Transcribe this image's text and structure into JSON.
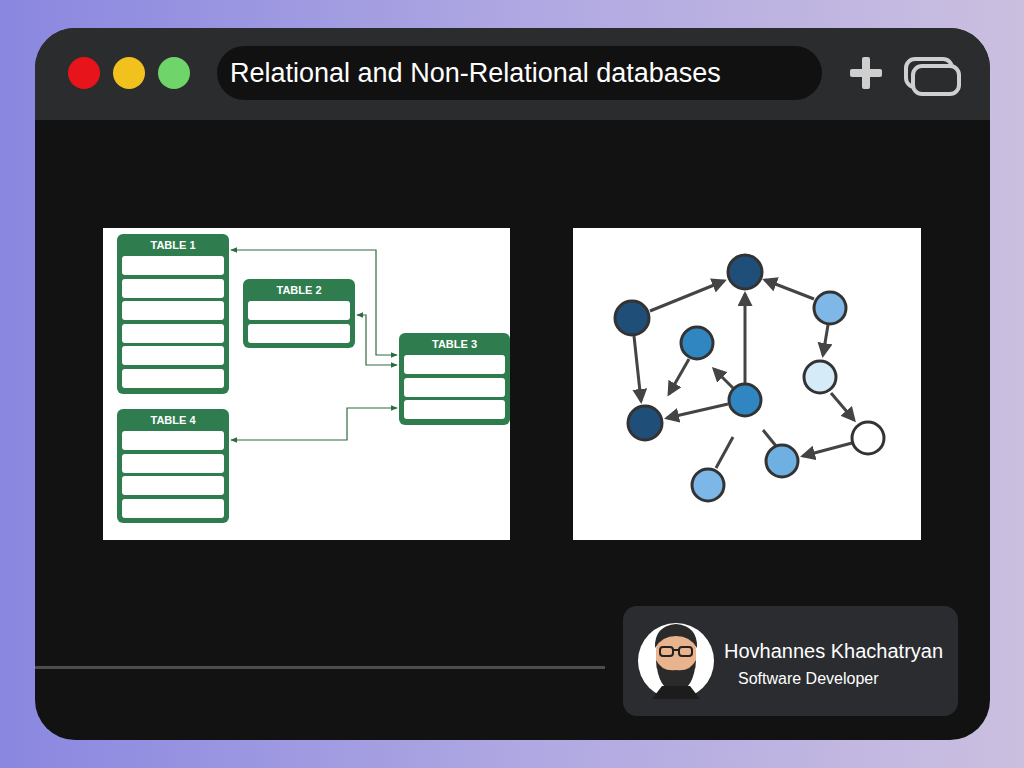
{
  "diagram": {
    "title": "Relational and Non-Relational databases",
    "nodes": [
      {
        "text": [
          "TABLE 1"
        ]
      },
      {
        "text": [
          "TABLE 2"
        ]
      },
      {
        "text": [
          "TABLE 3"
        ]
      },
      {
        "text": [
          "TABLE 4"
        ]
      },
      {
        "text": [
          "Hovhannes Khachatryan",
          "Software Developer"
        ]
      }
    ],
    "edges": [
      {
        "from": 0,
        "to": 2,
        "arrow": "both"
      },
      {
        "from": 1,
        "to": 2,
        "arrow": "both"
      },
      {
        "from": 3,
        "to": 2,
        "arrow": "both"
      }
    ]
  }
}
